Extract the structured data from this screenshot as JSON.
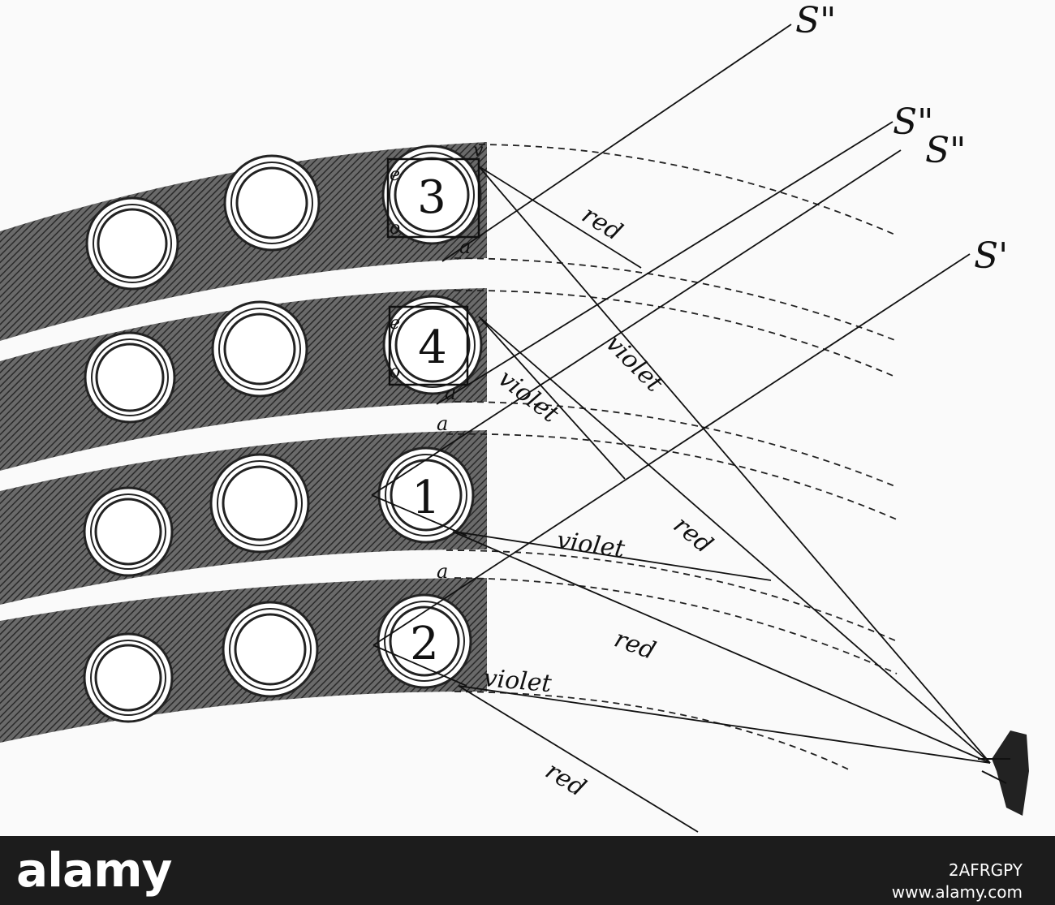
{
  "diagram": {
    "drop_labels": [
      "1",
      "2",
      "3",
      "4"
    ],
    "ray_labels": {
      "s_double_prime": "S\"",
      "s_prime": "S'"
    },
    "color_labels": {
      "red": "red",
      "violet": "violet"
    },
    "point_labels": {
      "a": "a",
      "e": "e",
      "o": "o",
      "v": "v"
    }
  },
  "watermark": {
    "brand": "alamy",
    "stock_id": "2AFRGPY",
    "site": "www.alamy.com"
  }
}
